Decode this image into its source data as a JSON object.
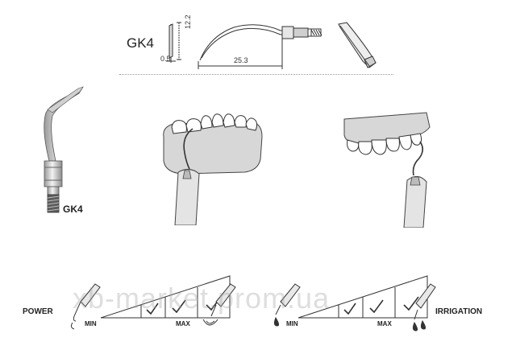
{
  "header": {
    "model": "GK4",
    "dim_thickness": "0.5",
    "dim_height": "12.2",
    "dim_length": "25.3"
  },
  "tip_label": "GK4",
  "power_scale": {
    "label": "POWER",
    "min": "MIN",
    "max": "MAX",
    "checks": 3
  },
  "irrigation_scale": {
    "label": "IRRIGATION",
    "min": "MIN",
    "max": "MAX",
    "checks": 3
  },
  "watermark": "xb-market.prom.ua",
  "colors": {
    "line": "#333333",
    "metal_light": "#e6e6e6",
    "metal_dark": "#9a9a9a",
    "gum": "#d9d9d9",
    "tooth": "#ffffff"
  }
}
